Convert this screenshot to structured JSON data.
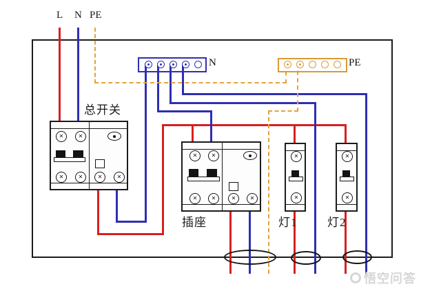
{
  "labels": {
    "incoming_l": "L",
    "incoming_n": "N",
    "incoming_pe": "PE",
    "n_bus": "N",
    "pe_bus": "PE",
    "main_breaker": "总开关",
    "socket_breaker": "插座",
    "lamp1_breaker": "灯1",
    "lamp2_breaker": "灯2"
  },
  "watermark": {
    "text": "悟空问答"
  },
  "colors": {
    "live_wire": "#d81f1f",
    "neutral_wire": "#2e2eb2",
    "earth_wire": "#e2a33b",
    "outline": "#1b1b1b"
  }
}
